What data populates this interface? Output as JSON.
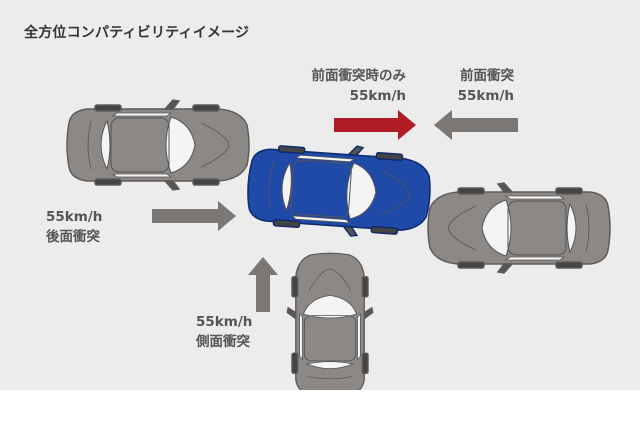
{
  "title": "全方位コンパティビリティイメージ",
  "labels": {
    "front_only": {
      "line1": "前面衝突時のみ",
      "line2": "55km/h"
    },
    "front": {
      "line1": "前面衝突",
      "line2": "55km/h"
    },
    "rear": {
      "line1": "55km/h",
      "line2": "後面衝突"
    },
    "side": {
      "line1": "55km/h",
      "line2": "側面衝突"
    }
  },
  "colors": {
    "panel_bg": "#ececec",
    "gray_car": "#8c8885",
    "blue_car": "#1f4aa8",
    "arrow_gray": "#7a7775",
    "arrow_red": "#b01c26"
  }
}
